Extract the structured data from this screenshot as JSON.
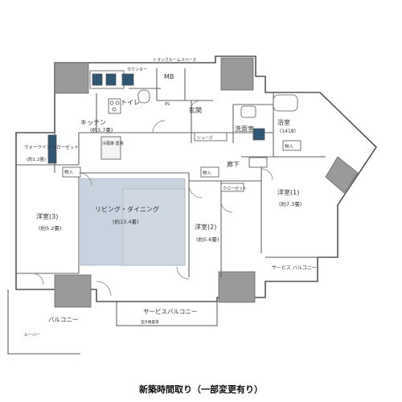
{
  "plan": {
    "rooms": {
      "kitchen": "キッチン",
      "kitchen_size": "(約3.7畳)",
      "toilet": "トイレ",
      "mb": "MB",
      "entrance": "玄関",
      "bath": "浴室",
      "bath_size": "(1418)",
      "washroom": "洗面室",
      "corridor": "廊下",
      "walk_in_closet": "ウォークイン\nクローゼット",
      "walk_in_size": "(約1.2畳)",
      "western3": "洋室(3)",
      "western3_size": "(約5.2畳)",
      "living_dining": "リビング・ダイニング",
      "living_dining_size": "(約13.4畳)",
      "western2": "洋室(2)",
      "western2_size": "(約5.6畳)",
      "western1": "洋室(1)",
      "western1_size": "(約7.3畳)",
      "balcony": "バルコニー",
      "service_balcony": "サービスバルコニー",
      "service_balcony_right": "サービス\nバルコニー"
    },
    "small_labels": {
      "storage": "物入",
      "closet": "クローゼット",
      "counter": "カウンター",
      "fridge": "冷蔵庫\n置場",
      "ps": "PS",
      "top_space": "トランクルームスペース",
      "shoe": "シューズ",
      "outdoor_unit": "室外機置場",
      "louver": "ルーバー"
    }
  },
  "caption": "新築時間取り（一部変更有り）"
}
